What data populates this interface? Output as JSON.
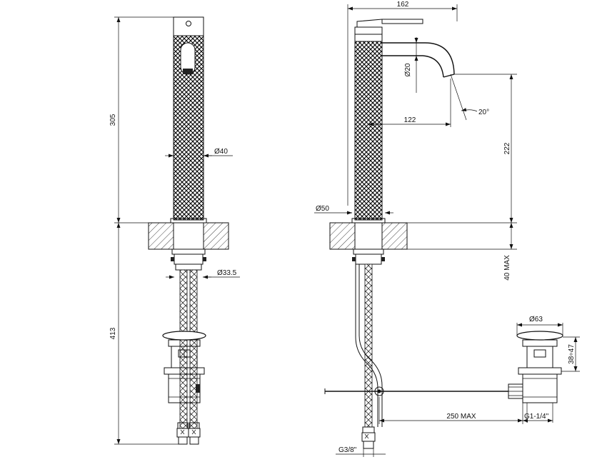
{
  "dimensions": {
    "front_height_above": "305",
    "front_height_below": "413",
    "body_diameter": "Ø40",
    "shank_diameter": "Ø33.5",
    "overall_width": "162",
    "outlet_diameter": "Ø20",
    "spout_reach": "122",
    "angle": "20°",
    "spout_height": "222",
    "base_diameter": "Ø50",
    "deck_thickness": "40 MAX",
    "waste_diameter": "Ø63",
    "waste_height": "38÷47",
    "rod_length": "250 MAX",
    "waste_thread": "G1-1/4\"",
    "supply_thread": "G3/8\""
  }
}
